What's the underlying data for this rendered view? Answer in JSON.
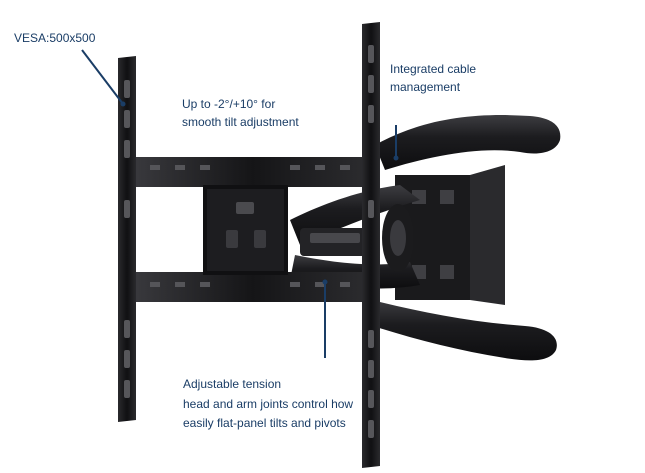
{
  "callouts": {
    "vesa": {
      "text": "VESA:500x500"
    },
    "tilt": {
      "lines": [
        "Up to  -2°/+10° for",
        "smooth tilt adjustment"
      ]
    },
    "cable": {
      "lines": [
        "Integrated cable",
        "management"
      ]
    },
    "tension": {
      "lines": [
        "Adjustable tension",
        "head and arm joints control how",
        "easily flat-panel tilts and pivots"
      ]
    }
  },
  "colors": {
    "label_text": "#1a3d66",
    "leader_line": "#1a3d66",
    "mount_metal": "#1b1b1d",
    "mount_highlight": "#4a4a4e"
  }
}
